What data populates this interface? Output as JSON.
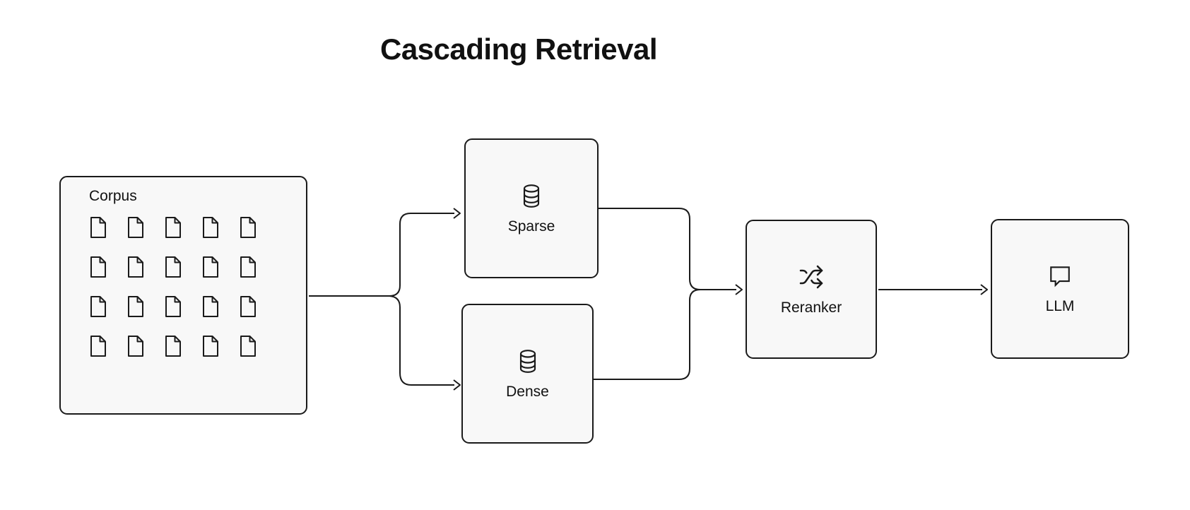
{
  "title": "Cascading Retrieval",
  "colors": {
    "background": "#ffffff",
    "node_fill": "#f8f8f8",
    "stroke": "#1a1a1a",
    "text": "#111111"
  },
  "corpus": {
    "label": "Corpus",
    "doc_icon": "document-icon",
    "grid": {
      "rows": 4,
      "cols": 5
    }
  },
  "nodes": {
    "sparse": {
      "label": "Sparse",
      "icon": "database-icon"
    },
    "dense": {
      "label": "Dense",
      "icon": "database-icon"
    },
    "reranker": {
      "label": "Reranker",
      "icon": "shuffle-icon"
    },
    "llm": {
      "label": "LLM",
      "icon": "chat-bubble-icon"
    }
  }
}
